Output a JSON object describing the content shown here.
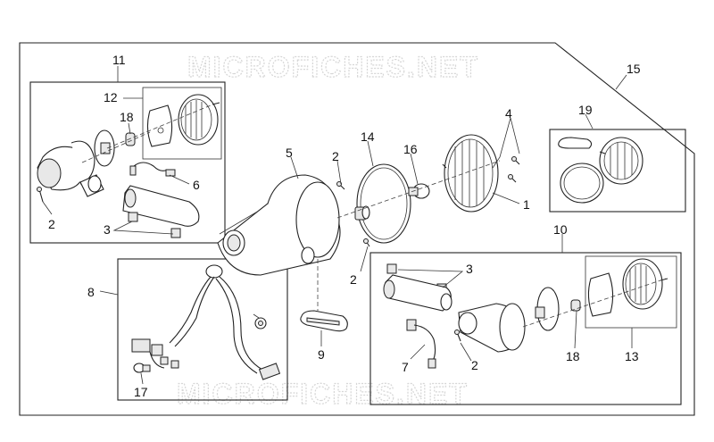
{
  "watermark": "MICROFICHES.NET",
  "callouts": {
    "c1": "1",
    "c2a": "2",
    "c2b": "2",
    "c2c": "2",
    "c2d": "2",
    "c3a": "3",
    "c3b": "3",
    "c4": "4",
    "c5": "5",
    "c6": "6",
    "c7": "7",
    "c8": "8",
    "c9": "9",
    "c10": "10",
    "c11": "11",
    "c12": "12",
    "c13": "13",
    "c14": "14",
    "c15": "15",
    "c16": "16",
    "c17": "17",
    "c18a": "18",
    "c18b": "18",
    "c19": "19"
  }
}
